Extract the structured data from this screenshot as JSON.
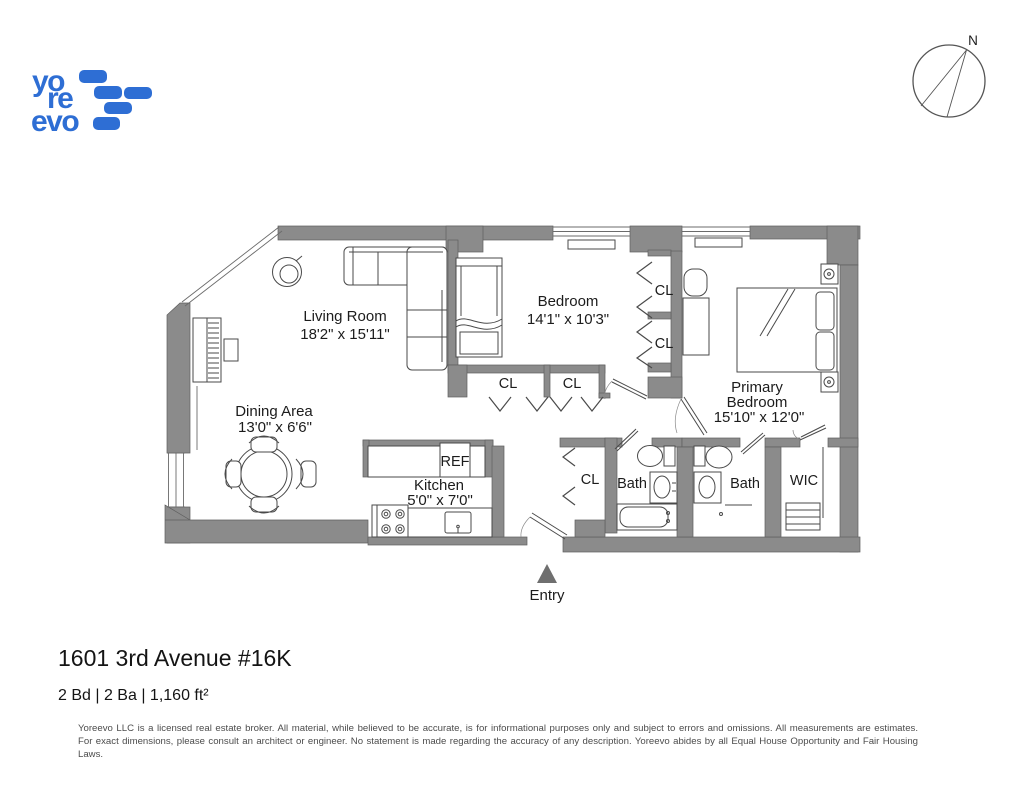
{
  "brand": {
    "logo_lines": [
      "yo",
      "re",
      "evo"
    ],
    "logo_color": "#2e6ed4"
  },
  "compass": {
    "north_label": "N"
  },
  "plan": {
    "wall_color": "#8b8b8b",
    "living": {
      "name": "Living Room",
      "dims": "18'2\" x 15'11\""
    },
    "dining": {
      "name": "Dining Area",
      "dims": "13'0\" x 6'6\""
    },
    "kitchen": {
      "name": "Kitchen",
      "dims": "5'0\" x 7'0\""
    },
    "bedroom": {
      "name": "Bedroom",
      "dims": "14'1\" x 10'3\""
    },
    "primary": {
      "name_line1": "Primary",
      "name_line2": "Bedroom",
      "dims": "15'10\" x 12'0\""
    },
    "fridge_label": "REF",
    "closet_label": "CL",
    "bath_label": "Bath",
    "wic_label": "WIC",
    "entry_label": "Entry"
  },
  "footer": {
    "address": "1601 3rd Avenue #16K",
    "summary": "2 Bd | 2 Ba | 1,160 ft²",
    "disclaimer_line1": "Yoreevo LLC is a licensed real estate broker. All material, while believed to be accurate, is for informational purposes only and subject to errors and omissions. All measurements are estimates.",
    "disclaimer_line2": "For exact dimensions, please consult an architect or engineer. No statement is made regarding the accuracy of any description. Yoreevo abides by all Equal House Opportunity and Fair Housing Laws."
  }
}
